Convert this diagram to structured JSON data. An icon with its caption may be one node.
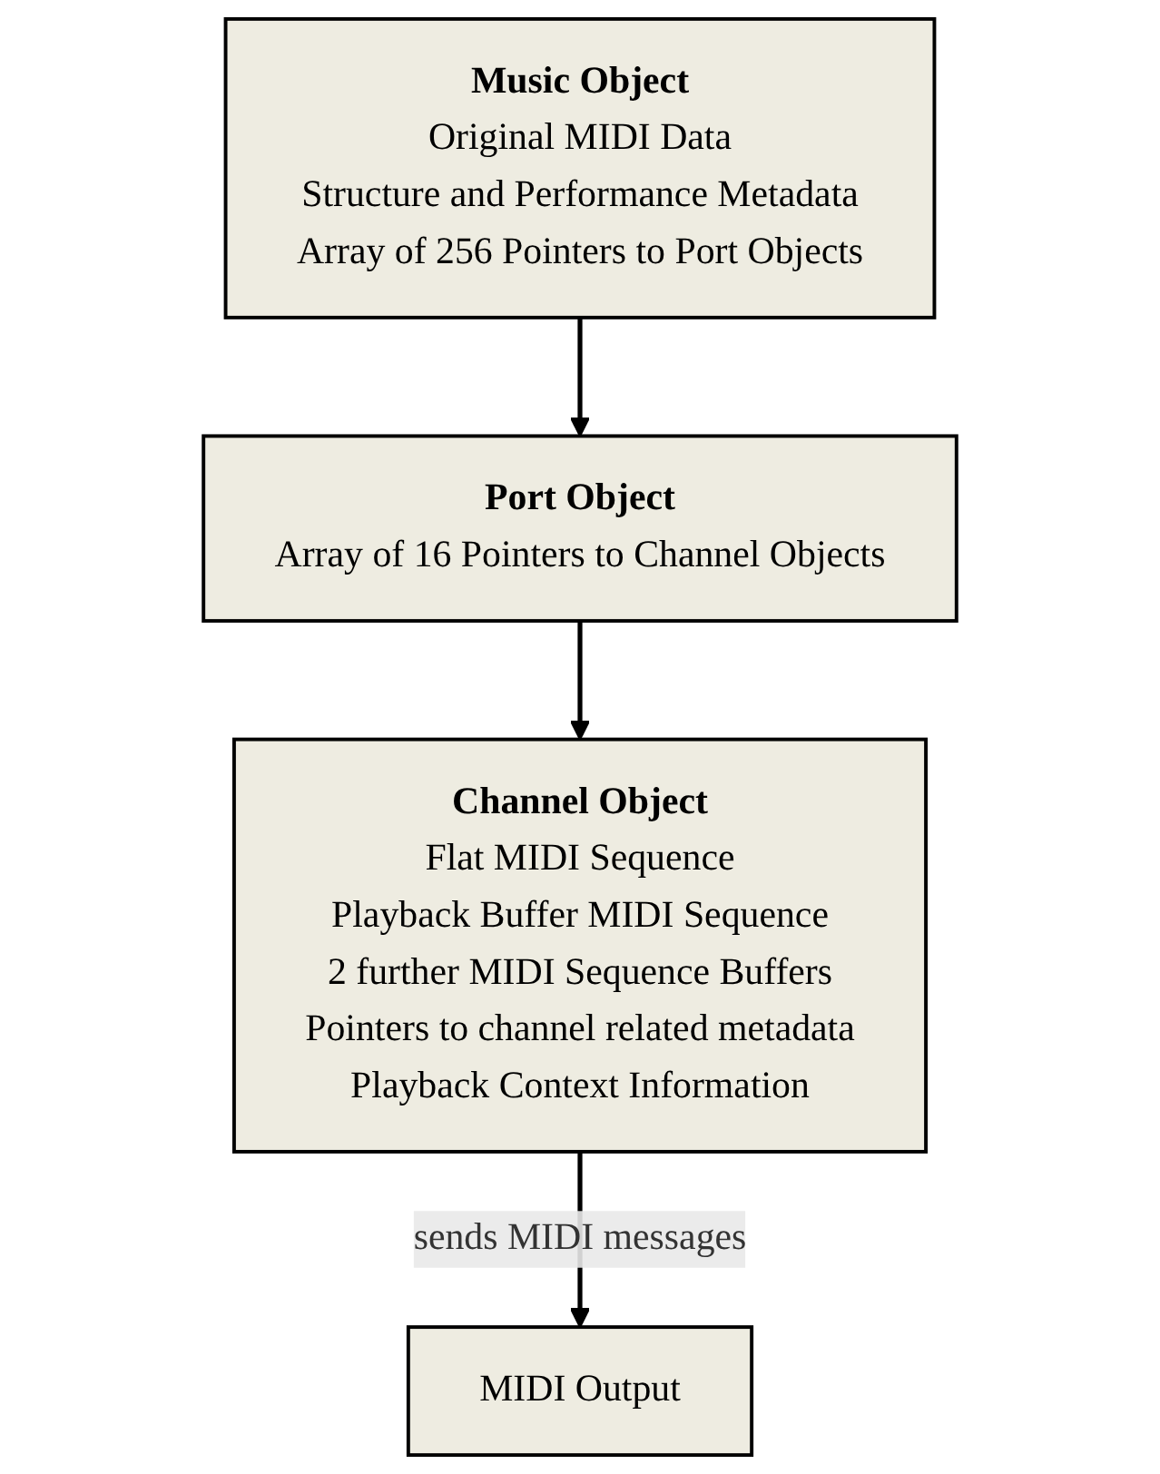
{
  "diagram": {
    "nodes": [
      {
        "text": [
          "Music Object",
          "Original MIDI Data",
          "Structure and Performance Metadata",
          "Array of 256 Pointers to Port Objects"
        ]
      },
      {
        "text": [
          "Port Object",
          "Array of 16 Pointers to Channel Objects"
        ]
      },
      {
        "text": [
          "Channel Object",
          "Flat MIDI Sequence",
          "Playback Buffer MIDI Sequence",
          "2 further MIDI Sequence Buffers",
          "Pointers to channel related metadata",
          "Playback Context Information"
        ]
      },
      {
        "text": [
          "MIDI Output"
        ]
      }
    ],
    "edges": [
      {
        "from": 0,
        "to": 1,
        "arrow": "to"
      },
      {
        "from": 1,
        "to": 2,
        "arrow": "to"
      },
      {
        "from": 2,
        "to": 3,
        "arrow": "to",
        "label": "sends MIDI messages"
      }
    ]
  }
}
